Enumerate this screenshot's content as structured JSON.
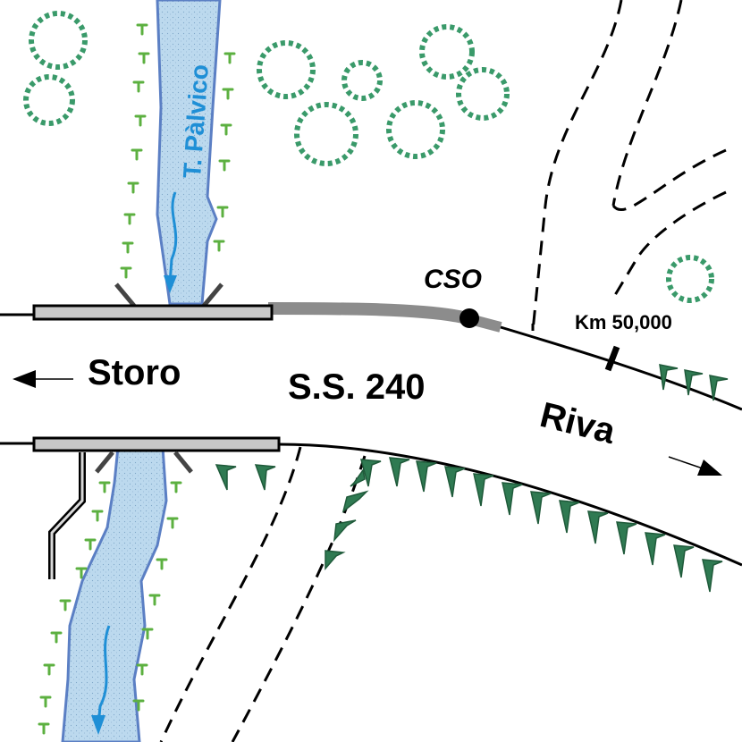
{
  "labels": {
    "river": "T. Pàlvico",
    "cso": "CSO",
    "km": "Km 50,000",
    "storo": "Storo",
    "road": "S.S. 240",
    "riva": "Riva"
  },
  "colors": {
    "river_fill": "#bcd9ee",
    "river_edge": "#5b7fc4",
    "flow_arrow": "#1f8fd6",
    "vegetation": "#3a9a6a",
    "riparian": "#5cb040",
    "scarp": "#2f7a52",
    "bridge": "#c8c8c8",
    "road_line": "#000000",
    "cso_segment": "#8c8c8c"
  },
  "icons": [
    "left-arrow-icon",
    "right-arrow-icon",
    "flow-arrow-icon",
    "tree-icon",
    "scarp-tick-icon"
  ]
}
